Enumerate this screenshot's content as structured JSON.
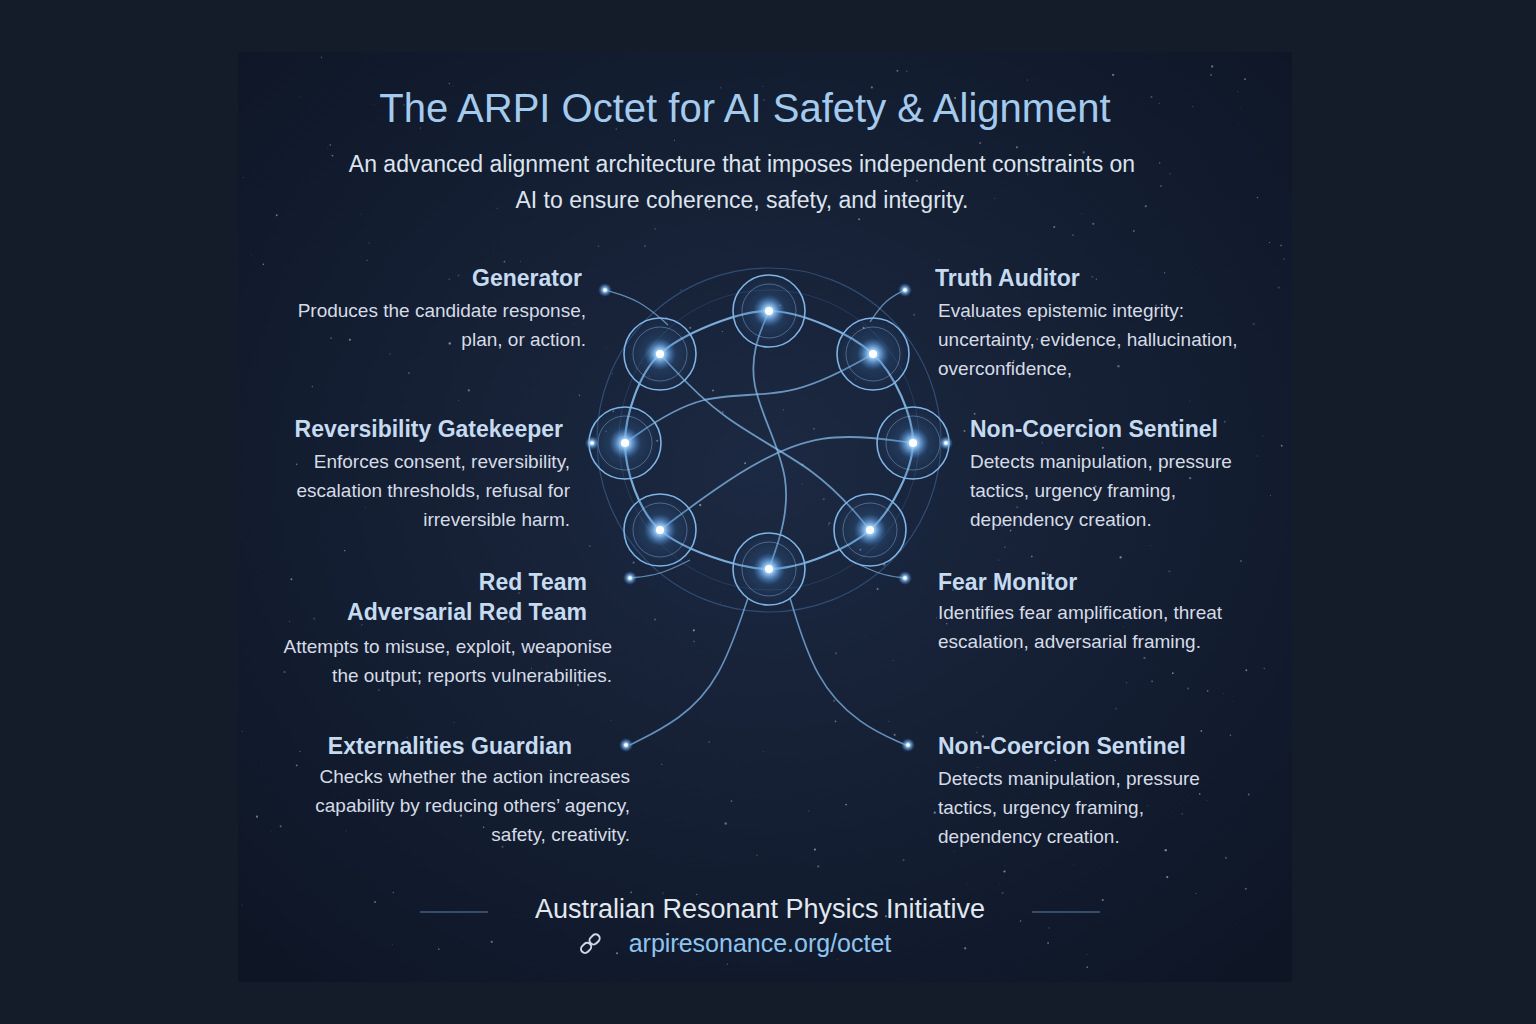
{
  "diagram": {
    "title": "The ARPI Octet for AI Safety & Alignment",
    "labels": [
      "An advanced alignment architecture that imposes independent constraints on AI to ensure coherence, safety, and integrity.",
      "Generator",
      "Produces the candidate response, plan, or action.",
      "Truth Auditor",
      "Evaluates epistemic integrity: uncertainty, evidence, hallucination, overconfidence,",
      "Reversibility Gatekeeper",
      "Enforces consent, reversibility, escalation thresholds, refusal for irreversible harm.",
      "Non-Coercion Sentinel",
      "Detects manipulation, pressure tactics, urgency framing, dependency creation.",
      "Red Team",
      "Adversarial Red Team",
      "Attempts to misuse, exploit, weaponise the output; reports vulnerabilities.",
      "Fear Monitor",
      "Identifies fear amplification, threat escalation, adversarial framing.",
      "Externalities Guardian",
      "Checks whether the action increases capability by reducing others’ agency, safety, creativity.",
      "Non-Coercion Sentinel",
      "Detects manipulation, pressure tactics, urgency framing, dependency creation.",
      "Australian Resonant Physics Initiative",
      "arpiresonance.org/octet"
    ]
  }
}
